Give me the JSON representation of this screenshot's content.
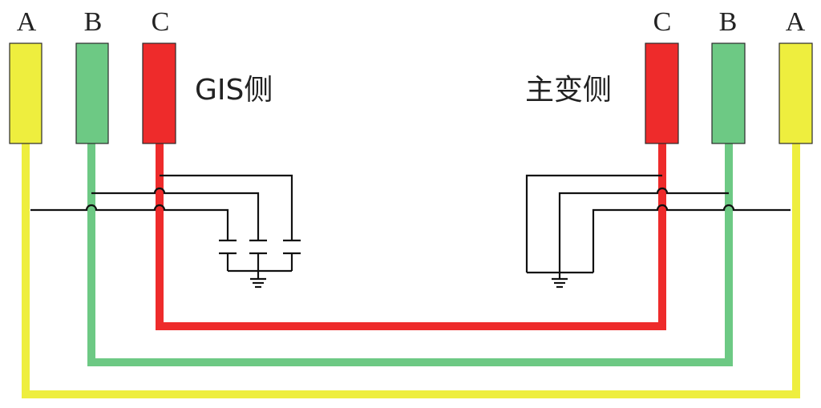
{
  "labels": {
    "gis_side": "GIS侧",
    "transformer_side": "主变侧"
  },
  "phases": [
    {
      "id": "a",
      "letter": "A",
      "color": "#EEEE3E"
    },
    {
      "id": "b",
      "letter": "B",
      "color": "#6DC984"
    },
    {
      "id": "c",
      "letter": "C",
      "color": "#EE2B2B"
    }
  ],
  "colors": {
    "line": "#111111",
    "text": "#222222",
    "background": "#ffffff"
  },
  "icons": {
    "ground": "ground-symbol-icon",
    "capacitor": "capacitor-icon",
    "crossover": "wire-crossover-icon"
  }
}
